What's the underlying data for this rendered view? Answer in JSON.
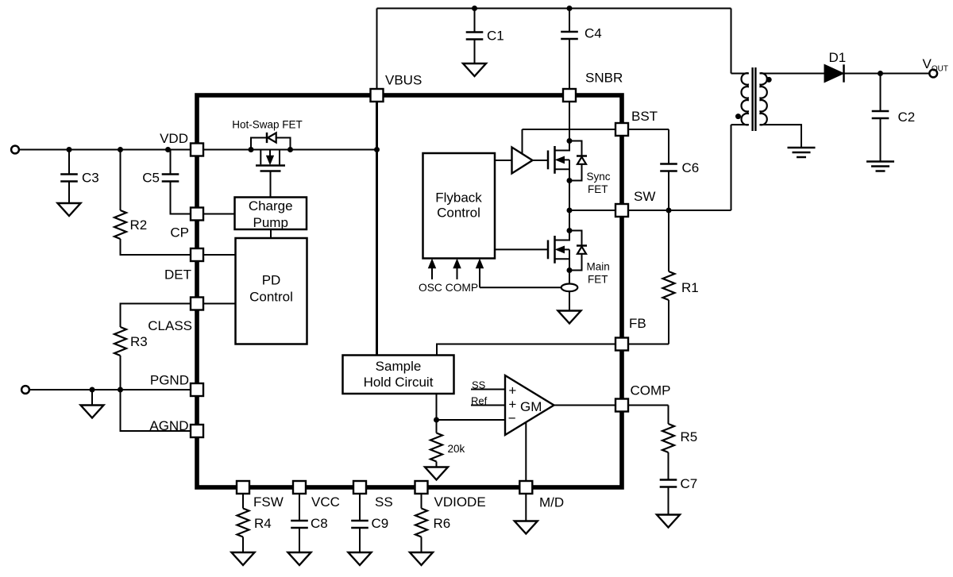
{
  "colors": {
    "ink": "#000000",
    "background": "#ffffff"
  },
  "ic": {
    "pins": {
      "vbus": "VBUS",
      "snbr": "SNBR",
      "vdd": "VDD",
      "cp": "CP",
      "det": "DET",
      "class": "CLASS",
      "pgnd": "PGND",
      "agnd": "AGND",
      "fsw": "FSW",
      "vcc": "VCC",
      "ss": "SS",
      "vdiode": "VDIODE",
      "md": "M/D",
      "bst": "BST",
      "sw": "SW",
      "fb": "FB",
      "comp": "COMP"
    },
    "blocks": {
      "hot_swap_fet": "Hot-Swap FET",
      "charge_pump": {
        "line1": "Charge",
        "line2": "Pump"
      },
      "pd_control": {
        "line1": "PD",
        "line2": "Control"
      },
      "flyback_control": {
        "line1": "Flyback",
        "line2": "Control"
      },
      "sample_hold": {
        "line1": "Sample",
        "line2": "Hold Circuit"
      },
      "gm": {
        "name": "GM",
        "plus": "+",
        "minus": "−",
        "in_ss": "SS",
        "in_ref": "Ref"
      },
      "sync_fet": {
        "line1": "Sync",
        "line2": "FET"
      },
      "main_fet": {
        "line1": "Main",
        "line2": "FET"
      },
      "osc_comp": "OSC COMP",
      "r20k": "20k"
    }
  },
  "components": {
    "c1": "C1",
    "c2": "C2",
    "c3": "C3",
    "c4": "C4",
    "c5": "C5",
    "c6": "C6",
    "c7": "C7",
    "c8": "C8",
    "c9": "C9",
    "r1": "R1",
    "r2": "R2",
    "r3": "R3",
    "r4": "R4",
    "r5": "R5",
    "r6": "R6",
    "d1": "D1",
    "vout": {
      "main": "V",
      "sub": "OUT"
    }
  }
}
